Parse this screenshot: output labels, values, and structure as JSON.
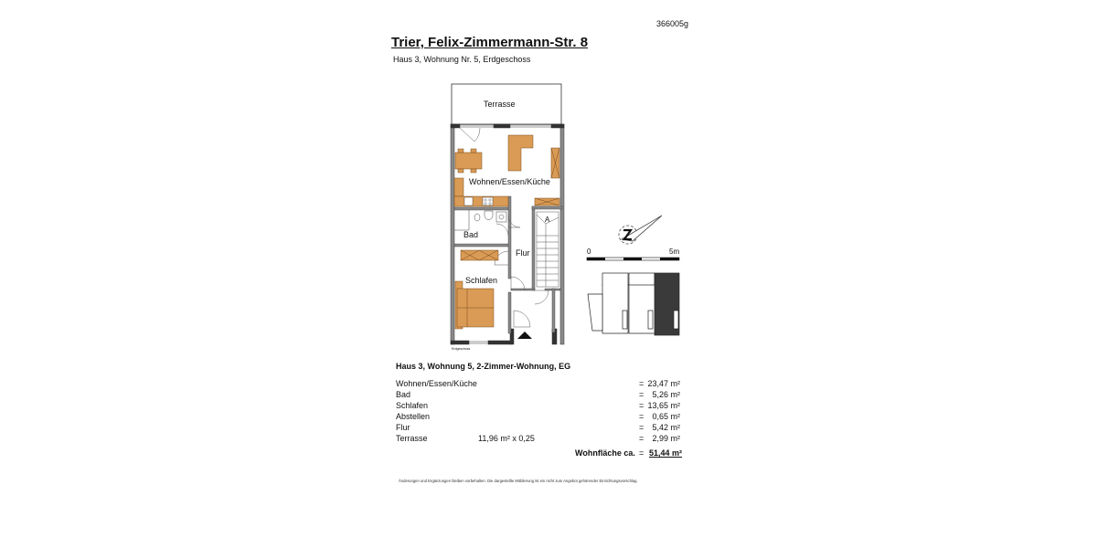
{
  "code": "366005g",
  "title": "Trier, Felix-Zimmermann-Str. 8",
  "subtitle": "Haus 3, Wohnung Nr. 5, Erdgeschoss",
  "plan": {
    "rooms": {
      "terrasse": "Terrasse",
      "wohnen": "Wohnen/Essen/Küche",
      "bad": "Bad",
      "flur": "Flur",
      "schlafen": "Schlafen"
    },
    "stair_label": "A",
    "floor_label": "Erdgeschoss",
    "scale": {
      "start": "0",
      "end": "5m"
    },
    "colors": {
      "furniture": "#d99b55",
      "wall": "#8a8a8a",
      "highlight": "#3a3a3a"
    }
  },
  "table": {
    "title": "Haus 3, Wohnung 5, 2-Zimmer-Wohnung, EG",
    "rows": [
      {
        "name": "Wohnen/Essen/Küche",
        "calc": "",
        "eq": "=",
        "value": "23,47 m²"
      },
      {
        "name": "Bad",
        "calc": "",
        "eq": "=",
        "value": "5,26 m²"
      },
      {
        "name": "Schlafen",
        "calc": "",
        "eq": "=",
        "value": "13,65 m²"
      },
      {
        "name": "Abstellen",
        "calc": "",
        "eq": "=",
        "value": "0,65 m²"
      },
      {
        "name": "Flur",
        "calc": "",
        "eq": "=",
        "value": "5,42 m²"
      },
      {
        "name": "Terrasse",
        "calc": "11,96 m² x 0,25",
        "eq": "=",
        "value": "2,99 m²"
      }
    ],
    "total_label": "Wohnfläche ca.",
    "total_eq": "=",
    "total_value": "51,44 m²"
  },
  "footer": "Änderungen und Ergänzungen bleiben vorbehalten. Die dargestellte Möblierung ist ein nicht zum Angebot gehörender Einrichtungsvorschlag."
}
